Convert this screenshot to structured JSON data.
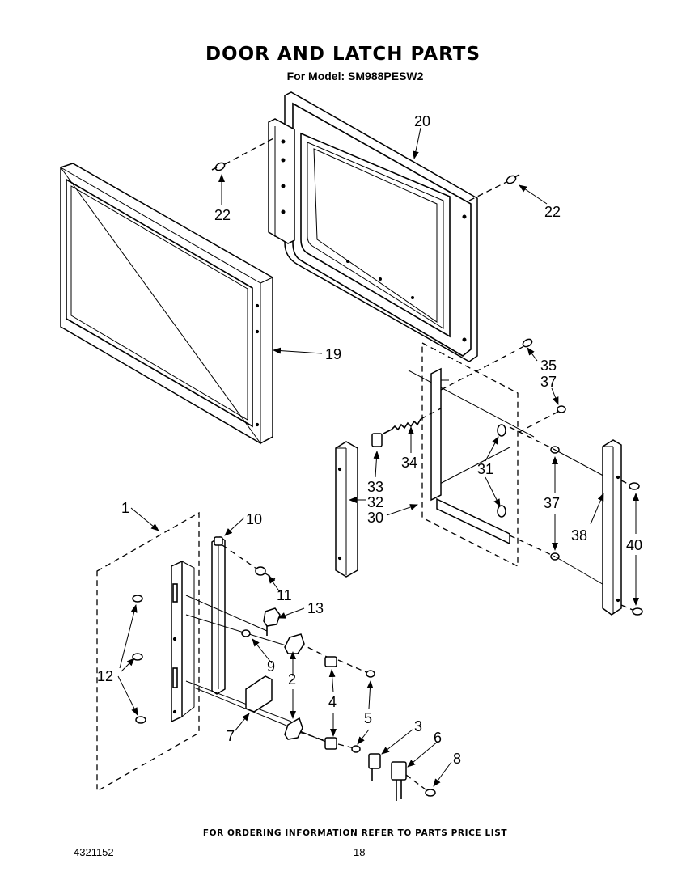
{
  "header": {
    "title": "DOOR AND LATCH PARTS",
    "model_line": "For Model: SM988PESW2"
  },
  "callouts": {
    "c1": "1",
    "c2": "2",
    "c3": "3",
    "c4": "4",
    "c5": "5",
    "c6": "6",
    "c7": "7",
    "c8": "8",
    "c9": "9",
    "c10": "10",
    "c11": "11",
    "c12": "12",
    "c13": "13",
    "c19": "19",
    "c20": "20",
    "c22a": "22",
    "c22b": "22",
    "c30": "30",
    "c31": "31",
    "c32": "32",
    "c33": "33",
    "c34": "34",
    "c35": "35",
    "c37a": "37",
    "c37b": "37",
    "c38": "38",
    "c40": "40"
  },
  "footer": {
    "ordering_note": "FOR ORDERING INFORMATION REFER TO PARTS PRICE LIST",
    "doc_number": "4321152",
    "page_number": "18"
  }
}
